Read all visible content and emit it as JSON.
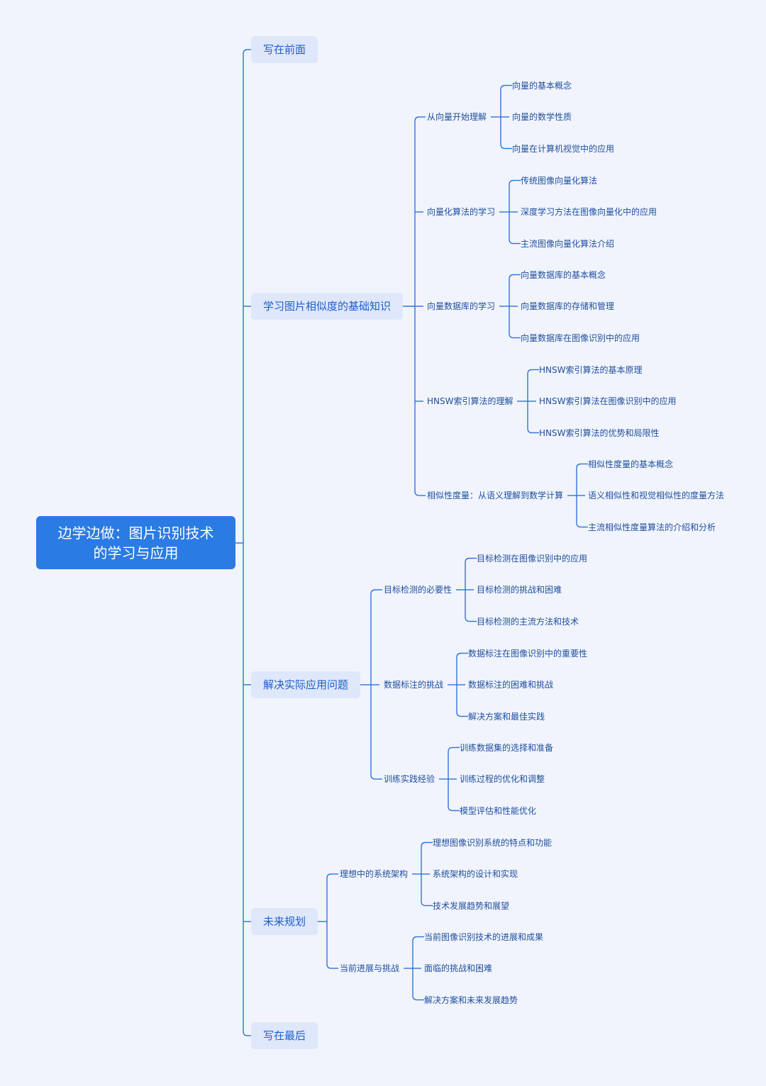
{
  "root": {
    "line1": "边学边做：图片识别技术",
    "line2": "的学习与应用"
  },
  "topics": [
    {
      "label": "写在前面",
      "children": []
    },
    {
      "label": "学习图片相似度的基础知识",
      "children": [
        {
          "label": "从向量开始理解",
          "children": [
            "向量的基本概念",
            "向量的数学性质",
            "向量在计算机视觉中的应用"
          ]
        },
        {
          "label": "向量化算法的学习",
          "children": [
            "传统图像向量化算法",
            "深度学习方法在图像向量化中的应用",
            "主流图像向量化算法介绍"
          ]
        },
        {
          "label": "向量数据库的学习",
          "children": [
            "向量数据库的基本概念",
            "向量数据库的存储和管理",
            "向量数据库在图像识别中的应用"
          ]
        },
        {
          "label": "HNSW索引算法的理解",
          "children": [
            "HNSW索引算法的基本原理",
            "HNSW索引算法在图像识别中的应用",
            "HNSW索引算法的优势和局限性"
          ]
        },
        {
          "label": "相似性度量：从语义理解到数学计算",
          "children": [
            "相似性度量的基本概念",
            "语义相似性和视觉相似性的度量方法",
            "主流相似性度量算法的介绍和分析"
          ]
        }
      ]
    },
    {
      "label": "解决实际应用问题",
      "children": [
        {
          "label": "目标检测的必要性",
          "children": [
            "目标检测在图像识别中的应用",
            "目标检测的挑战和困难",
            "目标检测的主流方法和技术"
          ]
        },
        {
          "label": "数据标注的挑战",
          "children": [
            "数据标注在图像识别中的重要性",
            "数据标注的困难和挑战",
            "解决方案和最佳实践"
          ]
        },
        {
          "label": "训练实践经验",
          "children": [
            "训练数据集的选择和准备",
            "训练过程的优化和调整",
            "模型评估和性能优化"
          ]
        }
      ]
    },
    {
      "label": "未来规划",
      "children": [
        {
          "label": "理想中的系统架构",
          "children": [
            "理想图像识别系统的特点和功能",
            "系统架构的设计和实现",
            "技术发展趋势和展望"
          ]
        },
        {
          "label": "当前进展与挑战",
          "children": [
            "当前图像识别技术的进展和成果",
            "面临的挑战和困难",
            "解决方案和未来发展趋势"
          ]
        }
      ]
    },
    {
      "label": "写在最后",
      "children": []
    }
  ],
  "colors": {
    "background": "#f1f4fc",
    "root_fill": "#2b7be4",
    "topic_fill": "#dfe7fb",
    "topic_text": "#1d5fc9",
    "subtopic_text": "#1f4fa0",
    "line": "#2f74d9"
  }
}
